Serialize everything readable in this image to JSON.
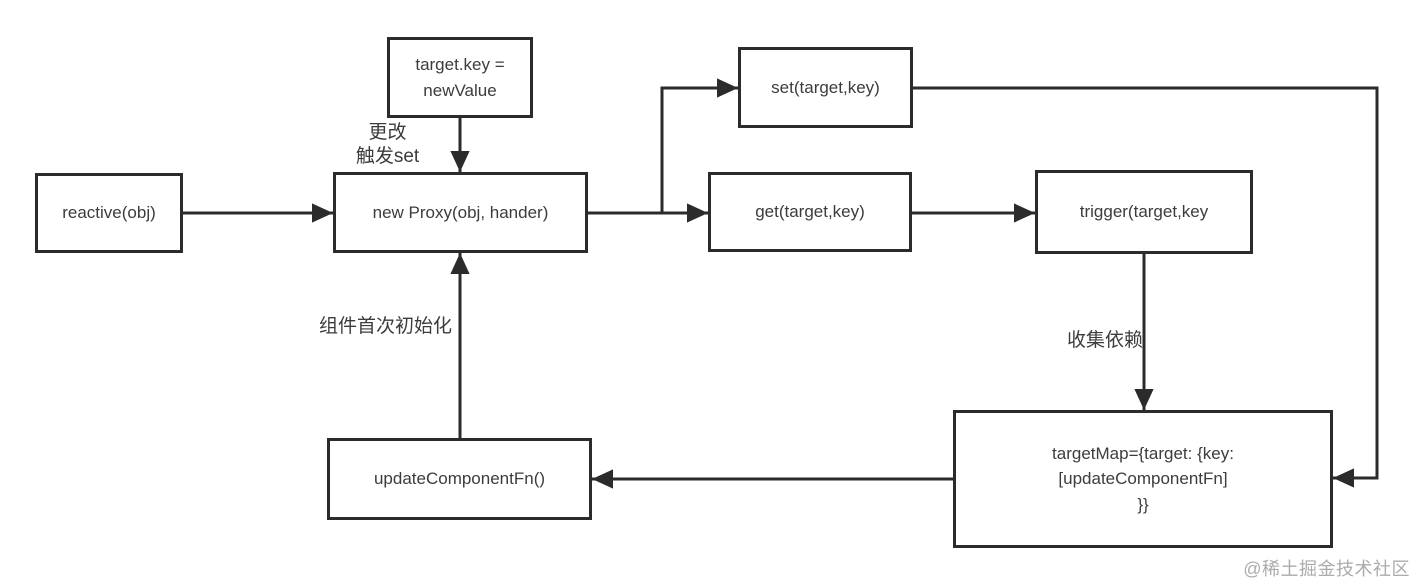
{
  "nodes": {
    "reactive": {
      "label": "reactive(obj)"
    },
    "assignment": {
      "label": "target.key =\nnewValue"
    },
    "proxy": {
      "label": "new Proxy(obj, hander)"
    },
    "set_handler": {
      "label": "set(target,key)"
    },
    "get_handler": {
      "label": "get(target,key)"
    },
    "trigger": {
      "label": "trigger(target,key"
    },
    "target_map": {
      "label": "targetMap={target: {key:\n[updateComponentFn]\n}}"
    },
    "update_component_fn": {
      "label": "updateComponentFn()"
    }
  },
  "edge_labels": {
    "change_triggers_set": "更改\n触发set",
    "component_first_init": "组件首次初始化",
    "collect_dependencies": "收集依赖"
  },
  "watermark": "@稀土掘金技术社区",
  "colors": {
    "line": "#2b2b2b",
    "text": "#3c3c3c",
    "background": "#ffffff",
    "watermark": "#ababab"
  }
}
